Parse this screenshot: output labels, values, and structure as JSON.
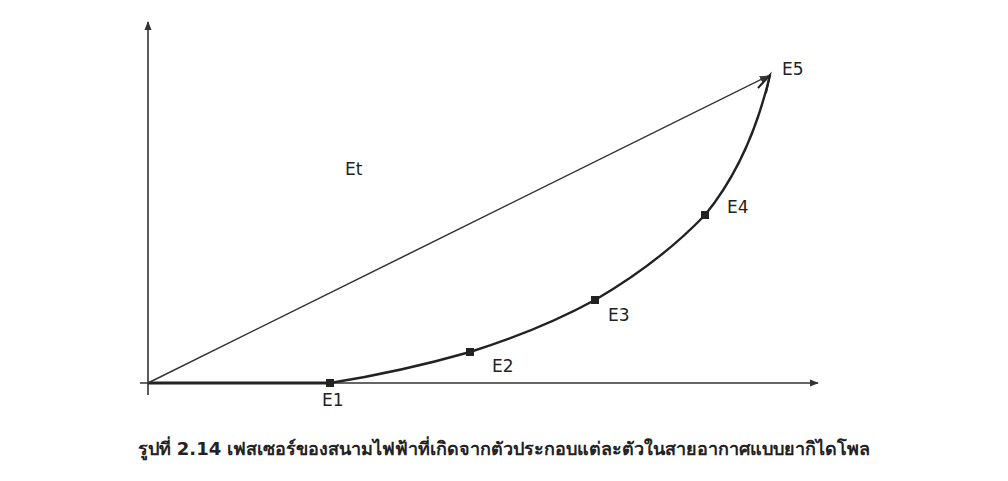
{
  "diagram": {
    "caption": "รูปที่ 2.14 เฟสเซอร์ของสนามไฟฟ้าที่เกิดจากตัวประกอบแต่ละตัวในสายอากาศแบบยากิไดโพล",
    "labels": [
      "Et",
      "E5",
      "E4",
      "E3",
      "E2",
      "E1"
    ]
  }
}
